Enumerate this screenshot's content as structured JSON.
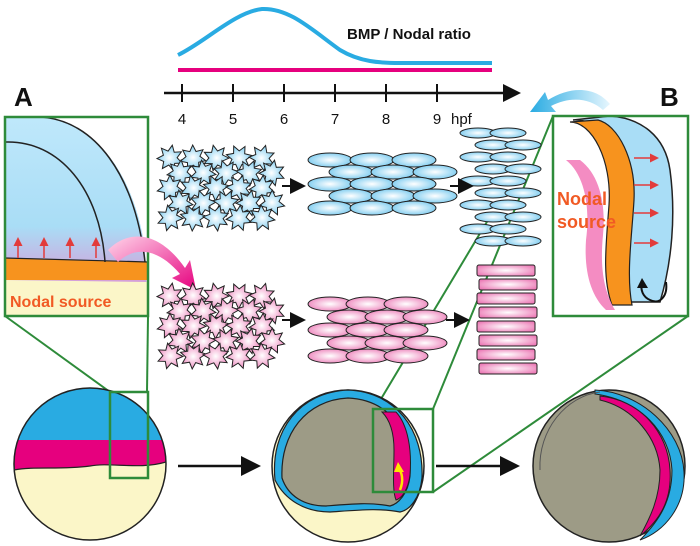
{
  "title": "BMP / Nodal ratio",
  "panels": {
    "a": "A",
    "b": "B"
  },
  "timeline": {
    "ticks": [
      "4",
      "5",
      "6",
      "7",
      "8",
      "9"
    ],
    "unit": "hpf"
  },
  "insets": {
    "a_label": "Nodal source",
    "b_label_line1": "Nodal",
    "b_label_line2": "source"
  },
  "colors": {
    "bmp": "#29abe2",
    "nodal": "#e6007e",
    "orange": "#f7931e",
    "cell_blue": "#8fd3f3",
    "cell_pink": "#f48cc2",
    "inset_frame": "#2e8b3a",
    "embryo_gray": "#9d9b86",
    "yolk": "#fbf6c8"
  }
}
